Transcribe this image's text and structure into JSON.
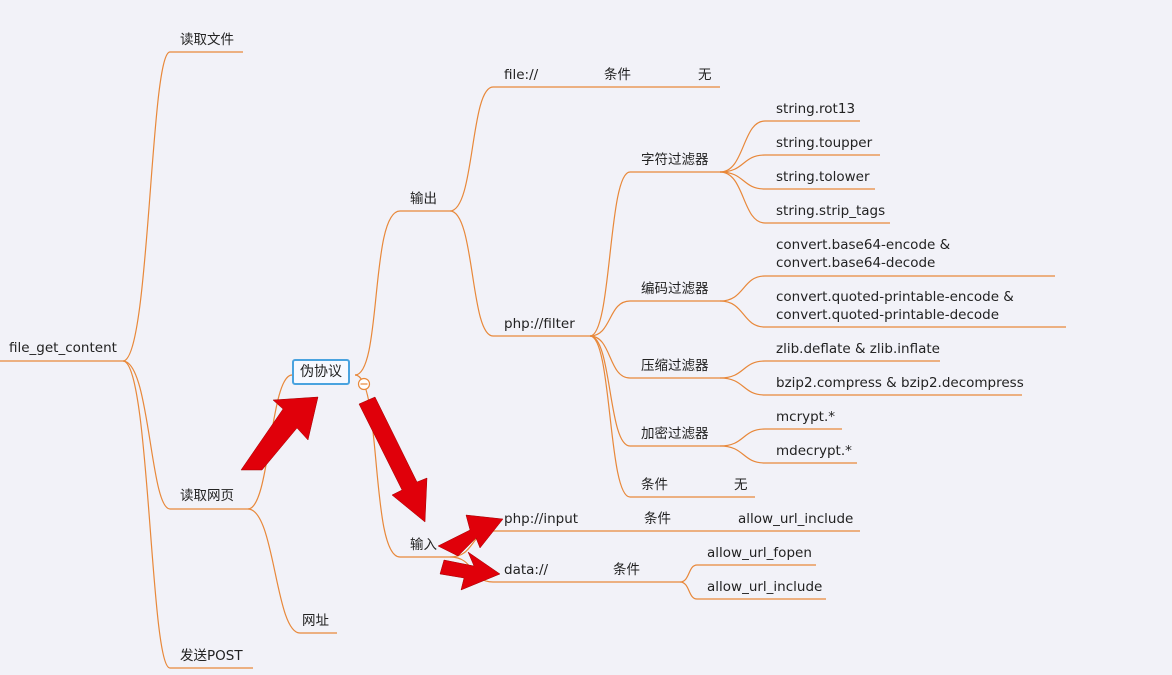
{
  "root": "file_get_content",
  "branches": {
    "read_file": "读取文件",
    "read_web": "读取网页",
    "send_post": "发送POST",
    "pseudo_protocol": "伪协议",
    "url": "网址"
  },
  "output": {
    "label": "输出",
    "file": {
      "name": "file://",
      "cond": "条件",
      "value": "无"
    },
    "filter": {
      "name": "php://filter",
      "string": {
        "label": "字符过滤器",
        "items": [
          "string.rot13",
          "string.toupper",
          "string.tolower",
          "string.strip_tags"
        ]
      },
      "encode": {
        "label": "编码过滤器",
        "items": [
          "convert.base64-encode & convert.base64-decode",
          "convert.quoted-printable-encode & convert.quoted-printable-decode"
        ]
      },
      "compress": {
        "label": "压缩过滤器",
        "items": [
          "zlib.deflate & zlib.inflate",
          "bzip2.compress & bzip2.decompress"
        ]
      },
      "encrypt": {
        "label": "加密过滤器",
        "items": [
          "mcrypt.*",
          "mdecrypt.*"
        ]
      },
      "cond": {
        "label": "条件",
        "value": "无"
      }
    }
  },
  "input": {
    "label": "输入",
    "php_input": {
      "name": "php://input",
      "cond": "条件",
      "value": "allow_url_include"
    },
    "data": {
      "name": "data://",
      "cond": "条件",
      "values": [
        "allow_url_fopen",
        "allow_url_include"
      ]
    }
  },
  "colors": {
    "line": "#e8883a",
    "arrow": "#e0000a",
    "selected": "#4aa3df",
    "background": "#f2f2f8"
  }
}
